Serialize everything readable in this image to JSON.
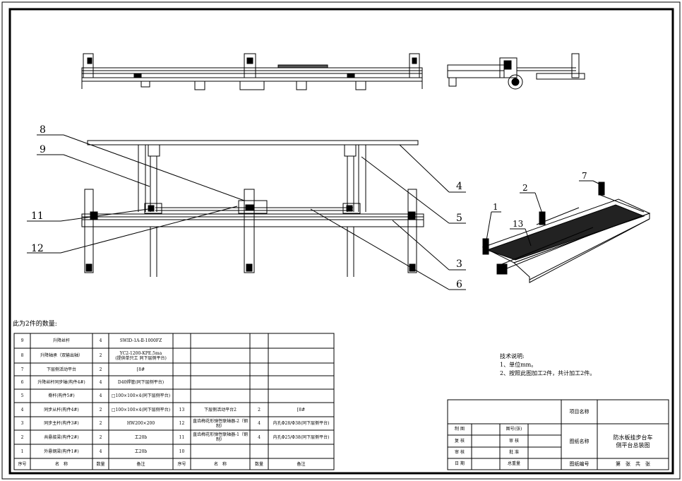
{
  "balloons": [
    {
      "label": "8"
    },
    {
      "label": "9"
    },
    {
      "label": "11"
    },
    {
      "label": "12"
    },
    {
      "label": "4"
    },
    {
      "label": "5"
    },
    {
      "label": "3"
    },
    {
      "label": "6"
    },
    {
      "label": "2"
    },
    {
      "label": "7"
    },
    {
      "label": "1"
    },
    {
      "label": "13"
    }
  ],
  "quantity_note": "此为2件的数量:",
  "bom_left": [
    {
      "no": "9",
      "name": "升降丝杆",
      "qty": "4",
      "remark": "SWID-1A-Ⅱ-1000FZ"
    },
    {
      "no": "8",
      "name": "升降轴承（双输出轴）",
      "qty": "2",
      "remark": "YC2-1200-KPE.5ma\n(提供单只工  同下层侧平台)"
    },
    {
      "no": "7",
      "name": "下层侧活动平台",
      "qty": "2",
      "remark": "[8#"
    },
    {
      "no": "6",
      "name": "升降丝杆同步轴(构件4#)",
      "qty": "4",
      "remark": "D40焊管(同下层侧平台)"
    },
    {
      "no": "5",
      "name": "脊杆(构件5#)",
      "qty": "4",
      "remark": "□100×100×4(同下层侧平台)"
    },
    {
      "no": "4",
      "name": "同步从杆(构件4#)",
      "qty": "2",
      "remark": "□100×100×4(同下层侧平台)"
    },
    {
      "no": "3",
      "name": "同步主杆(构件3#)",
      "qty": "2",
      "remark": "HW200×200"
    },
    {
      "no": "2",
      "name": "共悬接梁(构件2#)",
      "qty": "2",
      "remark": "工20b"
    },
    {
      "no": "1",
      "name": "外悬钢梁(构件1#)",
      "qty": "4",
      "remark": "工20b"
    }
  ],
  "bom_right": [
    {
      "no": "",
      "name": "",
      "qty": "",
      "remark": ""
    },
    {
      "no": "",
      "name": "",
      "qty": "",
      "remark": ""
    },
    {
      "no": "",
      "name": "",
      "qty": "",
      "remark": ""
    },
    {
      "no": "",
      "name": "",
      "qty": "",
      "remark": ""
    },
    {
      "no": "",
      "name": "",
      "qty": "",
      "remark": ""
    },
    {
      "no": "13",
      "name": "下层侧活动平台2",
      "qty": "2",
      "remark": "[8#"
    },
    {
      "no": "12",
      "name": "直齿梅花形弹性联轴器-2（钢制）",
      "qty": "4",
      "remark": "内孔Φ28/Φ38(同下层侧平台)"
    },
    {
      "no": "11",
      "name": "直齿梅花形弹性联轴器-1（钢制）",
      "qty": "4",
      "remark": "内孔Φ25/Φ38(同下层侧平台)"
    },
    {
      "no": "10",
      "name": "",
      "qty": "",
      "remark": ""
    }
  ],
  "bom_header": {
    "no": "序号",
    "name": "名　称",
    "qty": "数量",
    "remark": "备注"
  },
  "notes": {
    "title": "技术说明:",
    "line1": "1、单位mm。",
    "line2": "2、按照此图加工2件，共计加工2件。"
  },
  "title_block": {
    "project_label": "项目名称",
    "drawing_name_label": "图纸名称",
    "drawing_no_label": "图纸编号",
    "drawing_name": "防水板挂步台车\n侧平台总装图",
    "sheet_info": "第　张　共　张",
    "rows": [
      {
        "a": "制 图",
        "b": "",
        "c": "图号(张)",
        "d": ""
      },
      {
        "a": "复 核",
        "b": "",
        "c": "审 核",
        "d": ""
      },
      {
        "a": "审 核",
        "b": "",
        "c": "批 准",
        "d": ""
      },
      {
        "a": "日 期",
        "b": "",
        "c": "总重量",
        "d": ""
      }
    ]
  }
}
